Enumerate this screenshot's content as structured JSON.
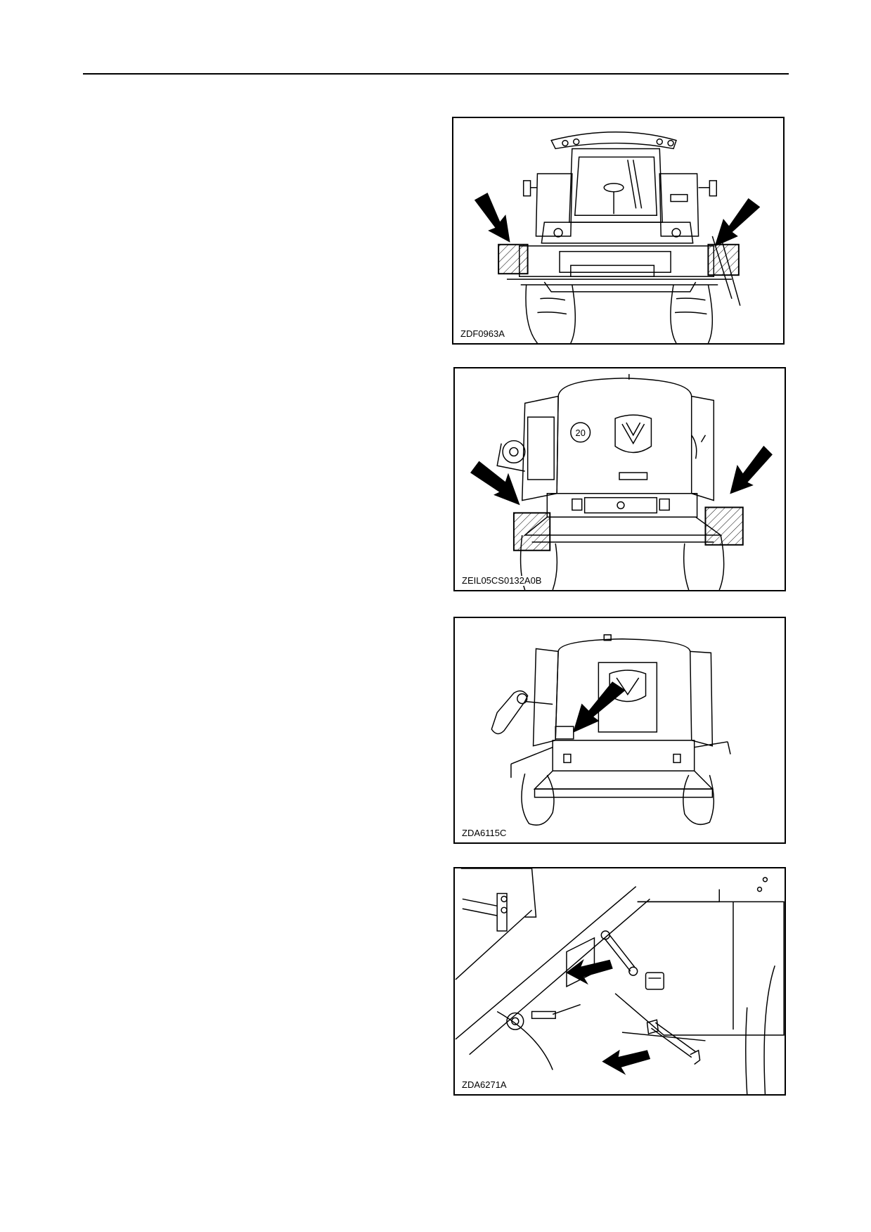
{
  "figures": [
    {
      "label": "ZDF0963A"
    },
    {
      "label": "ZEIL05CS0132A0B",
      "badge": "20"
    },
    {
      "label": "ZDA6115C"
    },
    {
      "label": "ZDA6271A"
    }
  ]
}
